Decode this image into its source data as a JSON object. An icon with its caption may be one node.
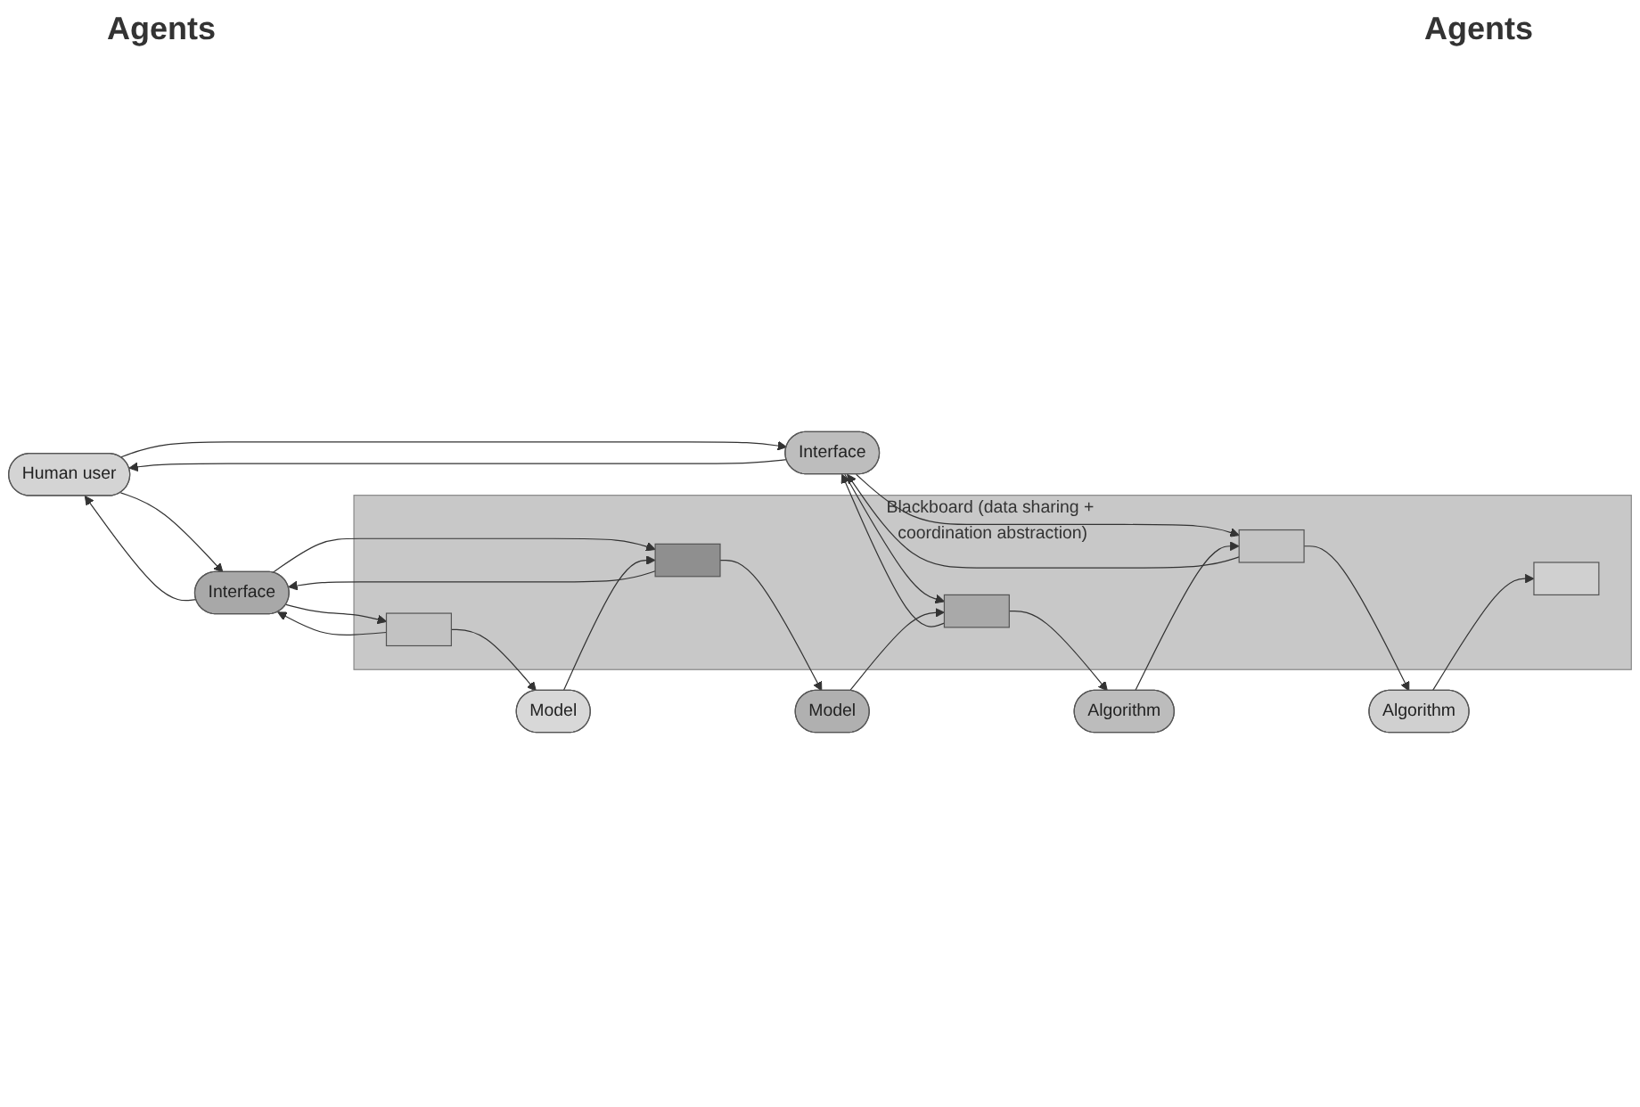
{
  "diagram": {
    "nodes": [
      {
        "text": [
          "Human user"
        ]
      },
      {
        "text": [
          "Interface"
        ]
      },
      {
        "text": [
          "Interface"
        ]
      },
      {
        "text": [
          "Blackboard (data sharing + coordination abstraction)"
        ]
      },
      {
        "text": [],
        "shape": "box",
        "in": 3
      },
      {
        "text": [],
        "shape": "box",
        "in": 3
      },
      {
        "text": [],
        "shape": "box",
        "in": 3
      },
      {
        "text": [],
        "shape": "box",
        "in": 3
      },
      {
        "text": [],
        "shape": "box",
        "in": 3
      },
      {
        "text": [
          "Algorithm"
        ]
      },
      {
        "text": [
          "Algorithm"
        ]
      },
      {
        "text": [
          "Model"
        ]
      },
      {
        "text": [
          "Model"
        ]
      }
    ],
    "edges": [
      {
        "from": 0,
        "to": 1,
        "arrow": "to"
      },
      {
        "from": 1,
        "to": 0,
        "arrow": "to"
      },
      {
        "from": 0,
        "to": 2,
        "arrow": "to"
      },
      {
        "from": 2,
        "to": 0,
        "arrow": "to"
      },
      {
        "from": 1,
        "to": 5,
        "arrow": "to"
      },
      {
        "from": 5,
        "to": 1,
        "arrow": "to"
      },
      {
        "from": 1,
        "to": 6,
        "arrow": "to"
      },
      {
        "from": 6,
        "to": 1,
        "arrow": "to"
      },
      {
        "from": 2,
        "to": 7,
        "arrow": "to"
      },
      {
        "from": 7,
        "to": 2,
        "arrow": "to"
      },
      {
        "from": 2,
        "to": 8,
        "arrow": "to"
      },
      {
        "from": 8,
        "to": 2,
        "arrow": "to"
      },
      {
        "from": 9,
        "to": 4,
        "arrow": "to"
      },
      {
        "from": 5,
        "to": 9,
        "arrow": "to"
      },
      {
        "from": 10,
        "to": 5,
        "arrow": "to"
      },
      {
        "from": 6,
        "to": 10,
        "arrow": "to"
      },
      {
        "from": 11,
        "to": 6,
        "arrow": "to"
      },
      {
        "from": 7,
        "to": 11,
        "arrow": "to"
      },
      {
        "from": 12,
        "to": 7,
        "arrow": "to"
      },
      {
        "from": 8,
        "to": 12,
        "arrow": "to"
      }
    ],
    "labels": [
      "Agents",
      "Agents"
    ]
  }
}
